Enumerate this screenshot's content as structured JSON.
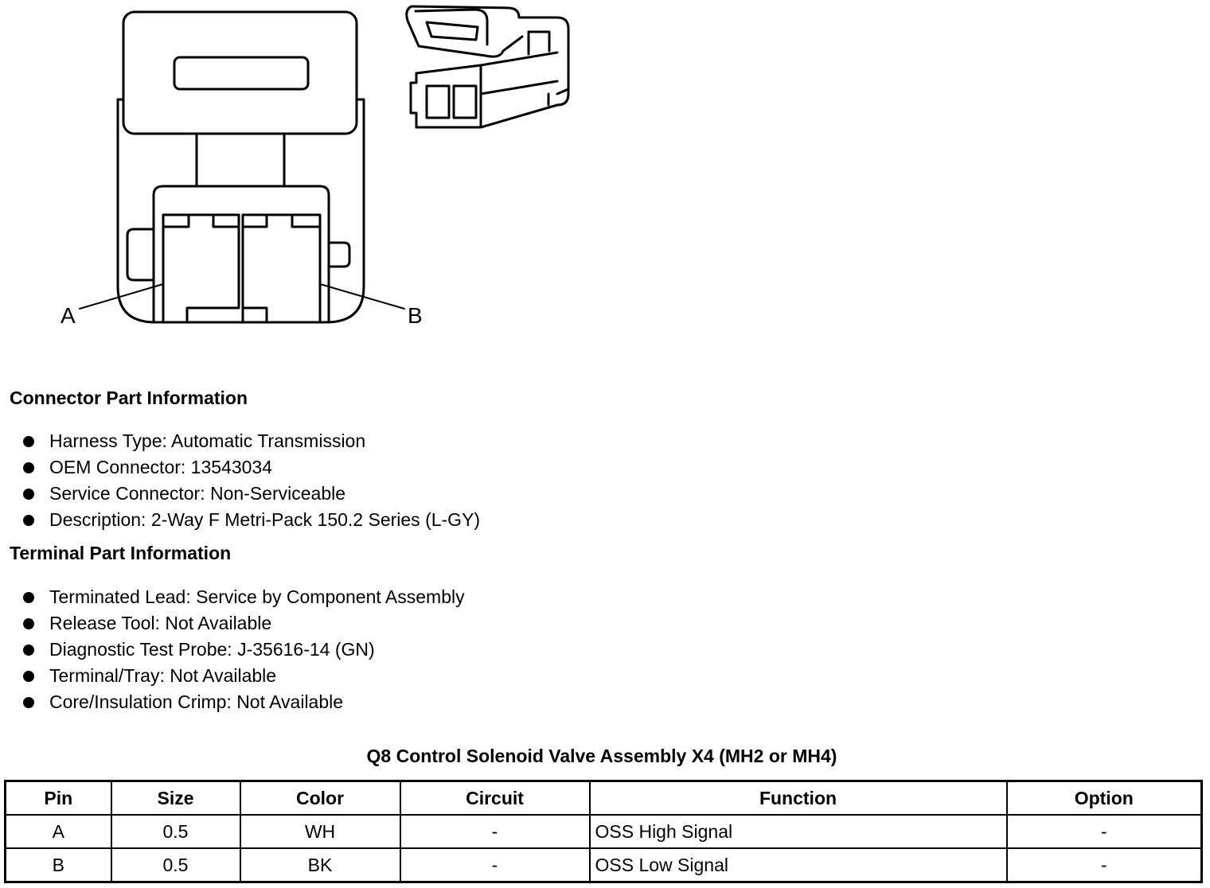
{
  "diagram": {
    "pin_labels": [
      "A",
      "B"
    ]
  },
  "connector_info": {
    "title": "Connector Part Information",
    "items": [
      "Harness Type: Automatic Transmission",
      "OEM Connector: 13543034",
      "Service Connector: Non-Serviceable",
      "Description: 2-Way F Metri-Pack 150.2 Series (L-GY)"
    ]
  },
  "terminal_info": {
    "title": "Terminal Part Information",
    "items": [
      "Terminated Lead: Service by Component Assembly",
      "Release Tool: Not Available",
      "Diagnostic Test Probe: J-35616-14 (GN)",
      "Terminal/Tray: Not Available",
      "Core/Insulation Crimp: Not Available"
    ]
  },
  "pin_table": {
    "caption": "Q8 Control Solenoid Valve Assembly X4 (MH2 or MH4)",
    "headers": [
      "Pin",
      "Size",
      "Color",
      "Circuit",
      "Function",
      "Option"
    ],
    "rows": [
      [
        "A",
        "0.5",
        "WH",
        "-",
        "OSS High Signal",
        "-"
      ],
      [
        "B",
        "0.5",
        "BK",
        "-",
        "OSS Low Signal",
        "-"
      ]
    ]
  }
}
